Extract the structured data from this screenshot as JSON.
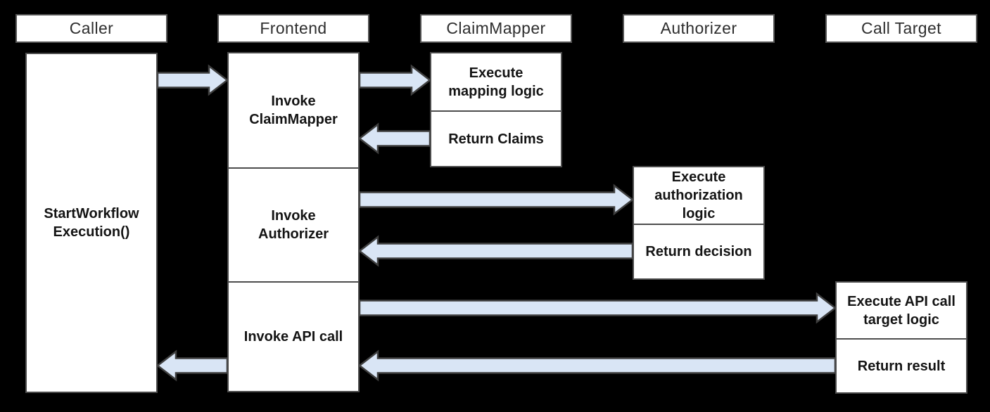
{
  "diagram": {
    "type": "sequence-diagram",
    "background_color": "#000000",
    "box_fill": "#ffffff",
    "box_border_color": "#4d4d4d",
    "arrow_fill": "#d9e5f5",
    "arrow_border_color": "#3f3f3f",
    "participants": [
      {
        "id": "caller",
        "label": "Caller"
      },
      {
        "id": "frontend",
        "label": "Frontend"
      },
      {
        "id": "claimmapper",
        "label": "ClaimMapper"
      },
      {
        "id": "authorizer",
        "label": "Authorizer"
      },
      {
        "id": "calltarget",
        "label": "Call Target"
      }
    ],
    "activations": [
      {
        "participant": "caller",
        "cells": [
          {
            "label": "StartWorkflow\nExecution()"
          }
        ]
      },
      {
        "participant": "frontend",
        "cells": [
          {
            "label": "Invoke\nClaimMapper"
          },
          {
            "label": "Invoke\nAuthorizer"
          },
          {
            "label": "Invoke API call"
          }
        ]
      },
      {
        "participant": "claimmapper",
        "cells": [
          {
            "label": "Execute\nmapping logic"
          },
          {
            "label": "Return Claims"
          }
        ]
      },
      {
        "participant": "authorizer",
        "cells": [
          {
            "label": "Execute\nauthorization\nlogic"
          },
          {
            "label": "Return decision"
          }
        ]
      },
      {
        "participant": "calltarget",
        "cells": [
          {
            "label": "Execute API call\ntarget logic"
          },
          {
            "label": "Return result"
          }
        ]
      }
    ],
    "messages": [
      {
        "from": "caller",
        "to": "frontend",
        "direction": "right"
      },
      {
        "from": "frontend",
        "to": "claimmapper",
        "direction": "right"
      },
      {
        "from": "claimmapper",
        "to": "frontend",
        "direction": "left"
      },
      {
        "from": "frontend",
        "to": "authorizer",
        "direction": "right"
      },
      {
        "from": "authorizer",
        "to": "frontend",
        "direction": "left"
      },
      {
        "from": "frontend",
        "to": "calltarget",
        "direction": "right"
      },
      {
        "from": "calltarget",
        "to": "frontend",
        "direction": "left"
      },
      {
        "from": "frontend",
        "to": "caller",
        "direction": "left"
      }
    ]
  }
}
